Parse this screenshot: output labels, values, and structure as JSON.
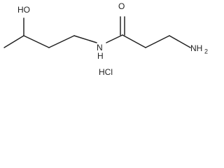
{
  "diagram": {
    "hydroxyl": "HO",
    "carbonyl_oxygen": "O",
    "amide_nitrogen": "N",
    "amide_hydrogen": "H",
    "amine_nh": "NH",
    "amine_subscript": "2",
    "salt": "HCl"
  }
}
